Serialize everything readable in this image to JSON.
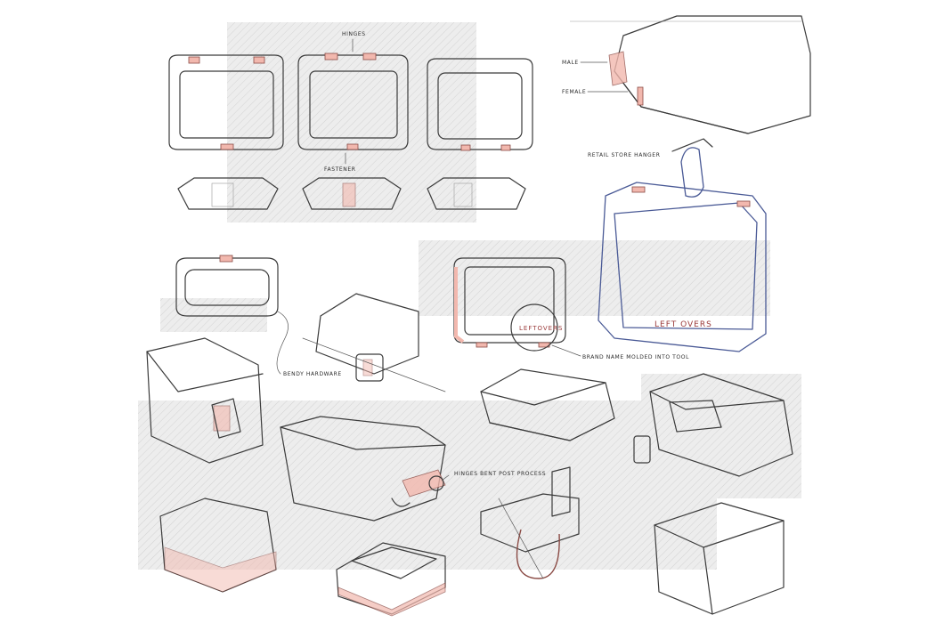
{
  "annotations": {
    "hinges": "HINGES",
    "fastener": "FASTENER",
    "male": "MALE",
    "female": "FEMALE",
    "retail_store_hanger": "RETAIL STORE HANGER",
    "bendy_hardware": "BENDY HARDWARE",
    "brand_name_molded": "BRAND NAME MOLDED INTO TOOL",
    "hinges_bent_post_process": "HINGES BENT POST PROCESS"
  },
  "branding": {
    "callout": "LEFTOVERS",
    "container_label": "LEFT OVERS"
  },
  "colors": {
    "paper": "#ffffff",
    "ink": "#3b3b3b",
    "accent_pink": "#f2b8ae",
    "hanger_blue": "#4a5a96",
    "shadow_gray": "#e6e6e6"
  }
}
